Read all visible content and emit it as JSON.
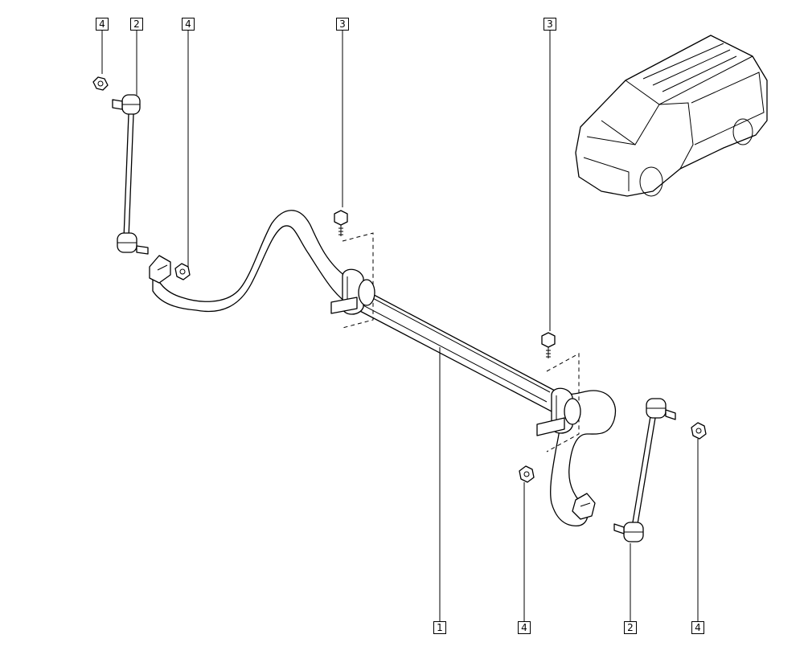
{
  "callouts": [
    {
      "id": "c-4-a",
      "label": "4"
    },
    {
      "id": "c-2-a",
      "label": "2"
    },
    {
      "id": "c-4-b",
      "label": "4"
    },
    {
      "id": "c-3-a",
      "label": "3"
    },
    {
      "id": "c-3-b",
      "label": "3"
    },
    {
      "id": "c-1",
      "label": "1"
    },
    {
      "id": "c-4-c",
      "label": "4"
    },
    {
      "id": "c-2-b",
      "label": "2"
    },
    {
      "id": "c-4-d",
      "label": "4"
    }
  ],
  "icons": [
    "stabilizer-bar-icon",
    "link-rod-icon",
    "bushing-clamp-icon",
    "bolt-icon",
    "nut-icon",
    "van-icon"
  ]
}
